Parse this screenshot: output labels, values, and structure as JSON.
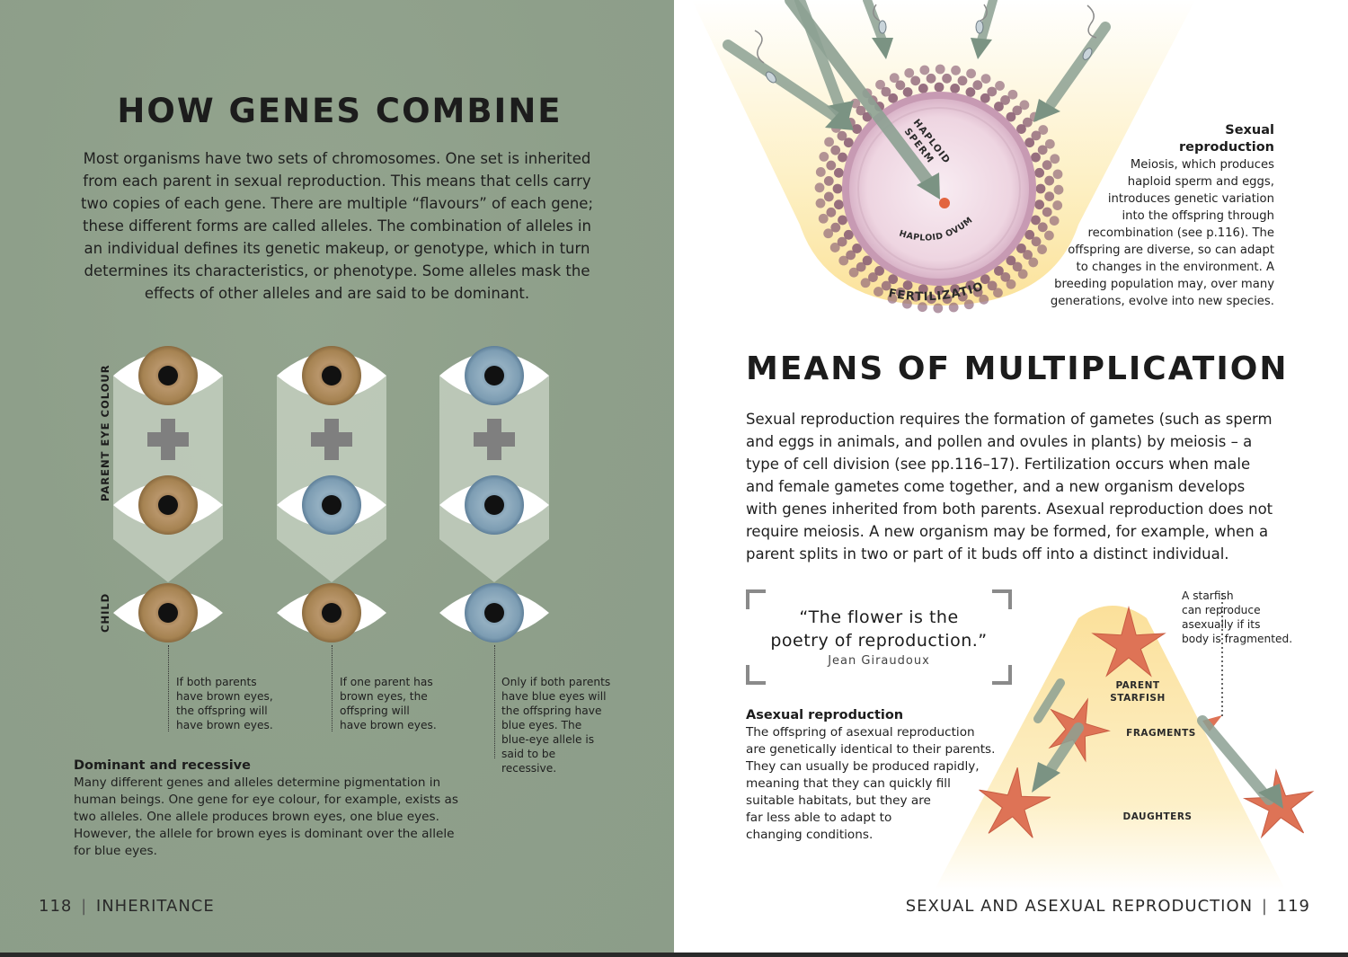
{
  "left": {
    "title": "HOW GENES COMBINE",
    "intro": "Most organisms have two sets of chromosomes. One set is inherited from each parent in sexual reproduction. This means that cells carry two copies of each gene. There are multiple “flavours” of each gene; these different forms are called alleles. The combination of alleles in an individual defines its genetic makeup, or genotype, which in turn determines its characteristics, or phenotype. Some alleles mask the effects of other alleles and are said to be dominant.",
    "label_parent": "PARENT EYE COLOUR",
    "label_child": "CHILD",
    "columns": [
      {
        "parent1": "brown",
        "parent2": "brown",
        "child": "brown",
        "caption": "If both parents have brown eyes, the offspring will have brown eyes."
      },
      {
        "parent1": "brown",
        "parent2": "blue",
        "child": "brown",
        "caption": "If one parent has brown eyes, the offspring will have brown eyes."
      },
      {
        "parent1": "blue",
        "parent2": "blue",
        "child": "blue",
        "caption": "Only if both parents have blue eyes will the offspring have blue eyes. The blue-eye allele is said to be recessive."
      }
    ],
    "dominant_title": "Dominant and recessive",
    "dominant_text": "Many different genes and alleles determine pigmentation in human beings. One gene for eye colour, for example, exists as two alleles. One allele produces brown eyes, one blue eyes. However, the allele for brown eyes is dominant over the allele for blue eyes.",
    "folio_number": "118",
    "folio_section": "INHERITANCE"
  },
  "right": {
    "fert_label": "FERTILIZATION",
    "sperm_label_1": "HAPLOID",
    "sperm_label_2": "SPERM",
    "ovum_label": "HAPLOID OVUM",
    "sexual_title_1": "Sexual",
    "sexual_title_2": "reproduction",
    "sexual_lines": [
      "Meiosis, which produces",
      "haploid sperm and eggs,",
      "introduces genetic variation",
      "into the offspring through",
      "recombination (see p.116). The",
      "offspring are diverse, so can adapt",
      "to changes in the environment. A",
      "breeding population may, over many",
      "generations, evolve into new species."
    ],
    "title": "MEANS OF MULTIPLICATION",
    "intro": "Sexual reproduction requires the formation of gametes (such as sperm and eggs in animals, and pollen and ovules in plants) by meiosis – a type of cell division (see pp.116–17). Fertilization occurs when male and female gametes come together, and a new organism develops with genes inherited from both parents. Asexual reproduction does not require meiosis. A new organism may be formed, for example, when a parent splits in two or part of it buds off into a distinct individual.",
    "quote_line_1": "“The flower is the",
    "quote_line_2": "poetry of reproduction.”",
    "quote_author": "Jean Giraudoux",
    "asexual_title": "Asexual reproduction",
    "asexual_lines": [
      "The offspring of asexual reproduction",
      "are genetically identical to their parents.",
      "They can usually be produced rapidly,",
      "meaning that they can quickly fill",
      "suitable habitats, but they are",
      "far less able to adapt to",
      "changing conditions."
    ],
    "starfish_note_lines": [
      "A starfish",
      "can reproduce",
      "asexually if its",
      "body is fragmented."
    ],
    "parent_starfish_1": "PARENT",
    "parent_starfish_2": "STARFISH",
    "fragments": "FRAGMENTS",
    "daughters": "DAUGHTERS",
    "folio_section": "SEXUAL AND ASEXUAL REPRODUCTION",
    "folio_number": "119"
  },
  "colors": {
    "left_bg": "#8e9f8a",
    "brown_iris": "#b39262",
    "blue_iris": "#86a3b5",
    "cone_yellow": "#fbe6a6",
    "starfish": "#de7356",
    "egg_cells": "#8c6176",
    "ovum_pink": "#edd4e0"
  }
}
